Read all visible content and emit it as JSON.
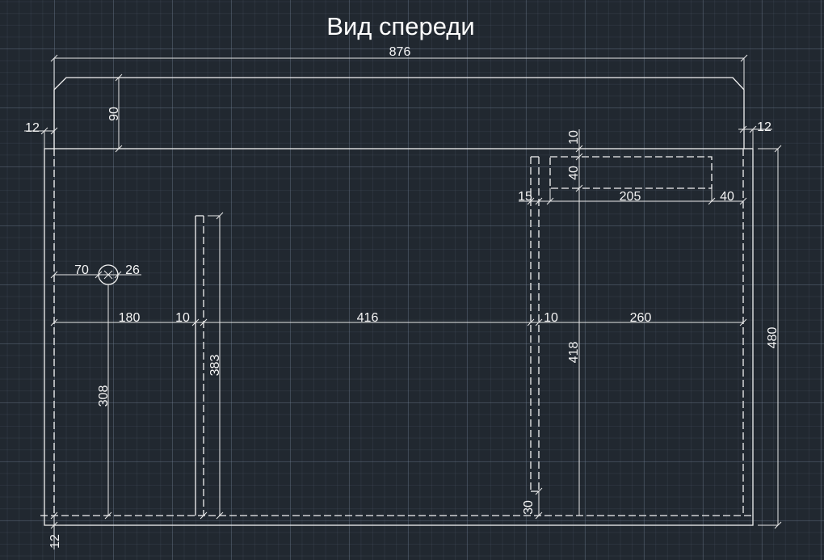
{
  "title": "Вид спереди",
  "dimensions": {
    "overall_width": "876",
    "top_height": "90",
    "left_offset": "12",
    "right_offset": "12",
    "overall_height": "480",
    "hole_x": "70",
    "hole_diameter": "26",
    "hole_height": "308",
    "left_section": "180",
    "partition1": "10",
    "middle_section": "416",
    "partition2": "10",
    "right_section": "260",
    "partition1_height": "383",
    "drawer_top_gap": "10",
    "drawer_height": "40",
    "drawer_left_gap": "15",
    "drawer_width": "205",
    "drawer_right_gap": "40",
    "right_height": "418",
    "partition2_bottom_gap": "30",
    "bottom_offset": "12"
  },
  "colors": {
    "background": "#212830",
    "lines": "#f2f2f2"
  }
}
